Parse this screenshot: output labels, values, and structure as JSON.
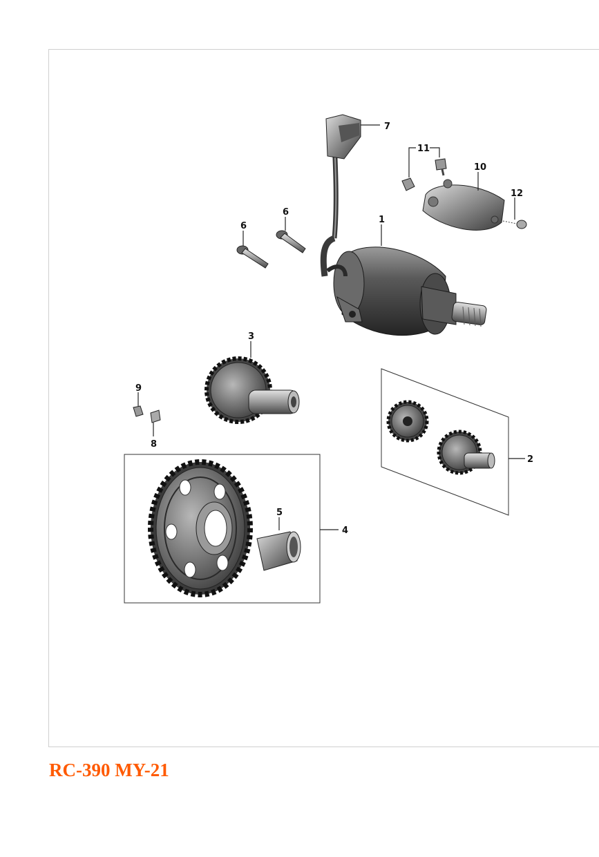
{
  "model": {
    "title": "RC-390 MY-21"
  },
  "colors": {
    "title": "#ff5a00",
    "metal_dark": "#3a3a3a",
    "metal_mid": "#8a8a8a",
    "metal_light": "#d8d8d8",
    "frame_border": "#cfcfcf"
  },
  "callouts": {
    "c1": "1",
    "c2": "2",
    "c3": "3",
    "c4": "4",
    "c5": "5",
    "c6a": "6",
    "c6b": "6",
    "c7": "7",
    "c8": "8",
    "c9": "9",
    "c10": "10",
    "c11": "11",
    "c12": "12"
  }
}
